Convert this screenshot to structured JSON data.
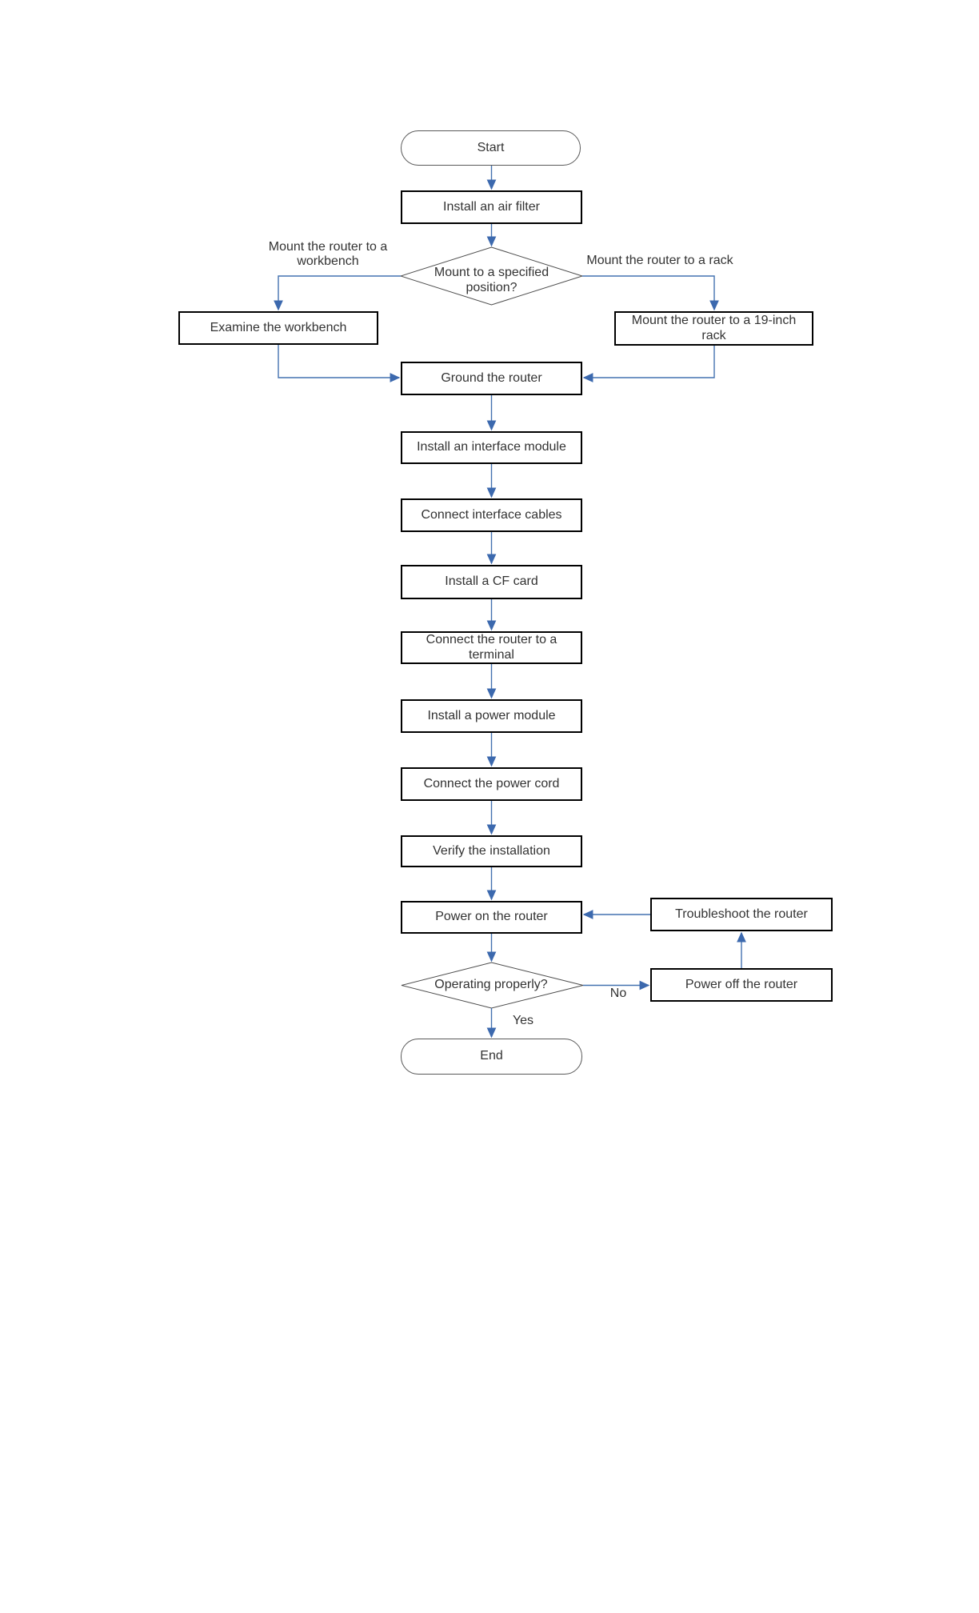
{
  "flowchart": {
    "nodes": {
      "start": {
        "label": "Start",
        "type": "terminator"
      },
      "install_air_filter": {
        "label": "Install an air filter",
        "type": "process"
      },
      "mount_decision": {
        "label": "Mount to a specified position?",
        "type": "decision"
      },
      "examine_workbench": {
        "label": "Examine the workbench",
        "type": "process"
      },
      "mount_19_inch_rack": {
        "label": "Mount the router to a 19-inch rack",
        "type": "process"
      },
      "ground_router": {
        "label": "Ground the router",
        "type": "process"
      },
      "install_interface_module": {
        "label": "Install an interface module",
        "type": "process"
      },
      "connect_interface_cables": {
        "label": "Connect interface cables",
        "type": "process"
      },
      "install_cf_card": {
        "label": "Install a CF card",
        "type": "process"
      },
      "connect_router_terminal": {
        "label": "Connect the router to a terminal",
        "type": "process"
      },
      "install_power_module": {
        "label": "Install a power module",
        "type": "process"
      },
      "connect_power_cord": {
        "label": "Connect the power cord",
        "type": "process"
      },
      "verify_installation": {
        "label": "Verify the installation",
        "type": "process"
      },
      "power_on_router": {
        "label": "Power on the router",
        "type": "process"
      },
      "troubleshoot_router": {
        "label": "Troubleshoot the router",
        "type": "process"
      },
      "operating_decision": {
        "label": "Operating properly?",
        "type": "decision"
      },
      "power_off_router": {
        "label": "Power off the router",
        "type": "process"
      },
      "end": {
        "label": "End",
        "type": "terminator"
      }
    },
    "edge_labels": {
      "workbench_branch": "Mount the router to a workbench",
      "rack_branch": "Mount the router to a rack",
      "yes": "Yes",
      "no": "No"
    },
    "colors": {
      "connector": "#4472b0",
      "arrowhead": "#3c69ae",
      "process_border": "#000000",
      "terminator_border": "#595959",
      "decision_border": "#4d4d4d",
      "text": "#333333",
      "background": "#ffffff"
    }
  }
}
